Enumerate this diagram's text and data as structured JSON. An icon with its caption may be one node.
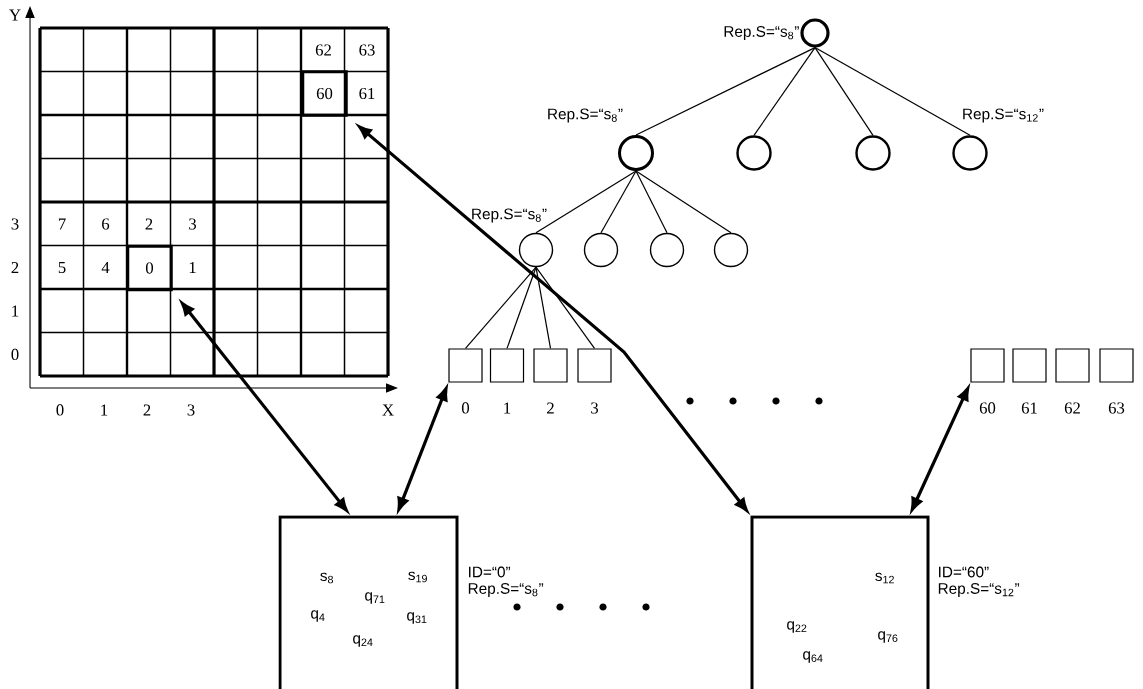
{
  "diagram": {
    "nodes": [
      {
        "text": [
          "0"
        ]
      },
      {
        "text": [
          "60"
        ]
      },
      {
        "text": [],
        "shape": "circle",
        "beside": [
          "Rep.S=“s$_{8}$”"
        ]
      },
      {
        "text": [],
        "shape": "circle",
        "beside": [
          "Rep.S=“s$_{8}$”"
        ]
      },
      {
        "text": [],
        "shape": "circle"
      },
      {
        "text": [],
        "shape": "circle"
      },
      {
        "text": [],
        "shape": "circle",
        "beside": [
          "Rep.S=“s$_{12}$”"
        ]
      },
      {
        "text": [],
        "shape": "circle",
        "beside": [
          "Rep.S=“s$_{8}$”"
        ]
      },
      {
        "text": [],
        "shape": "circle"
      },
      {
        "text": [],
        "shape": "circle"
      },
      {
        "text": [],
        "shape": "circle"
      },
      {
        "text": [],
        "shape": "box",
        "beside": [
          "0"
        ]
      },
      {
        "text": [],
        "shape": "box",
        "beside": [
          "1"
        ]
      },
      {
        "text": [],
        "shape": "box",
        "beside": [
          "2"
        ]
      },
      {
        "text": [],
        "shape": "box",
        "beside": [
          "3"
        ]
      },
      {
        "text": [],
        "shape": "box",
        "beside": [
          "60"
        ]
      },
      {
        "text": [],
        "shape": "box",
        "beside": [
          "61"
        ]
      },
      {
        "text": [],
        "shape": "box",
        "beside": [
          "62"
        ]
      },
      {
        "text": [],
        "shape": "box",
        "beside": [
          "63"
        ]
      },
      {
        "text": [
          "s$_{8}$",
          "s$_{19}$",
          "q$_{71}$",
          "q$_{4}$",
          "q$_{31}$",
          "q$_{24}$"
        ],
        "beside": [
          "ID=“0”",
          "Rep.S=“s$_{8}$”"
        ]
      },
      {
        "text": [
          "s$_{12}$",
          "q$_{22}$",
          "q$_{76}$",
          "q$_{64}$"
        ],
        "beside": [
          "ID=“60”",
          "Rep.S=“s$_{12}$”"
        ]
      }
    ],
    "edges": [
      {
        "from": 2,
        "to": 3,
        "arrow": "none"
      },
      {
        "from": 2,
        "to": 4,
        "arrow": "none"
      },
      {
        "from": 2,
        "to": 5,
        "arrow": "none"
      },
      {
        "from": 2,
        "to": 6,
        "arrow": "none"
      },
      {
        "from": 3,
        "to": 7,
        "arrow": "none"
      },
      {
        "from": 3,
        "to": 8,
        "arrow": "none"
      },
      {
        "from": 3,
        "to": 9,
        "arrow": "none"
      },
      {
        "from": 3,
        "to": 10,
        "arrow": "none"
      },
      {
        "from": 7,
        "to": 11,
        "arrow": "none"
      },
      {
        "from": 7,
        "to": 12,
        "arrow": "none"
      },
      {
        "from": 7,
        "to": 13,
        "arrow": "none"
      },
      {
        "from": 7,
        "to": 14,
        "arrow": "none"
      },
      {
        "from": 19,
        "to": 0,
        "arrow": "both",
        "style": "thick"
      },
      {
        "from": 19,
        "to": 11,
        "arrow": "both",
        "style": "thick"
      },
      {
        "from": 20,
        "to": 1,
        "arrow": "both",
        "style": "thick"
      },
      {
        "from": 20,
        "to": 15,
        "arrow": "both",
        "style": "thick"
      }
    ],
    "labels": [
      "Y",
      "62",
      "63",
      "61",
      "3",
      "7",
      "6",
      "2",
      "3",
      "2",
      "5",
      "4",
      "1",
      "1",
      "0",
      "0",
      "1",
      "2",
      "3",
      "X"
    ]
  }
}
